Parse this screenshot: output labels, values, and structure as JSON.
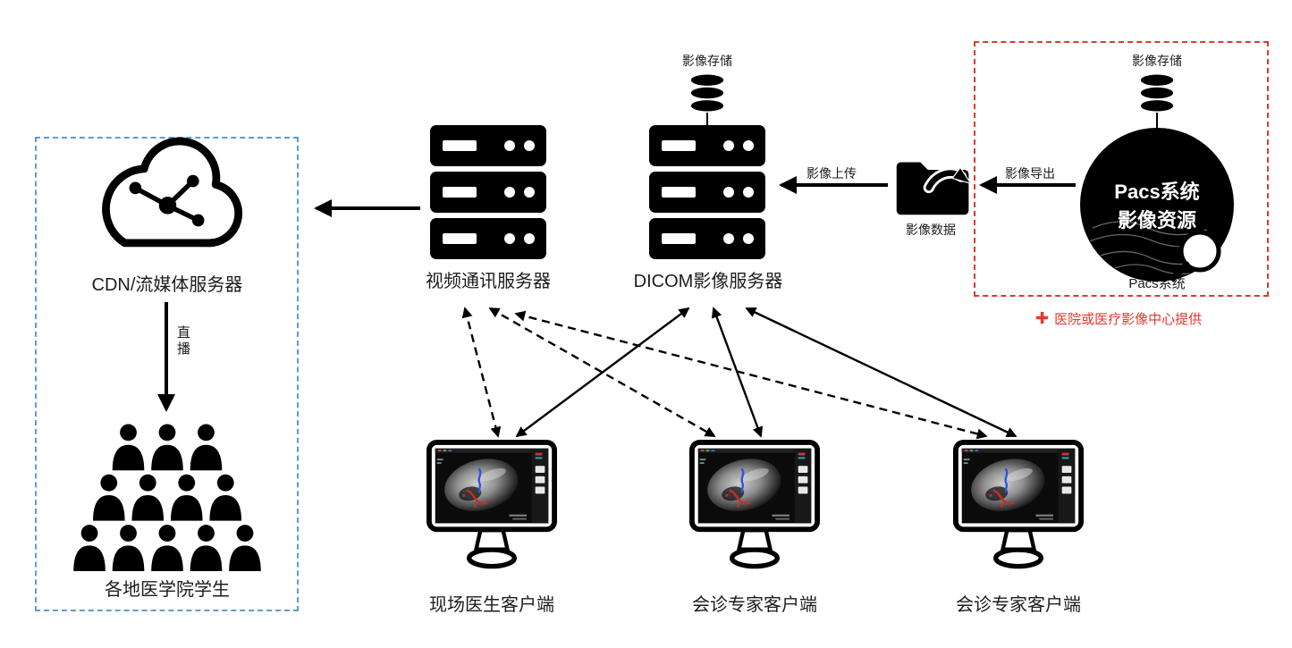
{
  "diagram": {
    "nodes": {
      "cdn_server": {
        "label": "CDN/流媒体服务器",
        "icon": "cloud-network-icon"
      },
      "students": {
        "label": "各地医学院学生",
        "icon": "crowd-icon"
      },
      "video_server": {
        "label": "视频通讯服务器",
        "icon": "server-rack-icon"
      },
      "dicom_server": {
        "label": "DICOM影像服务器",
        "icon": "server-rack-icon",
        "storage_label": "影像存储",
        "storage_icon": "database-icon"
      },
      "image_data_folder": {
        "label": "影像数据",
        "icon": "folder-export-icon"
      },
      "pacs_system": {
        "circle_line1": "Pacs系统",
        "circle_line2": "影像资源",
        "caption": "Pacs系统",
        "storage_label": "影像存储",
        "icon": "pacs-circle-icon",
        "magnifier_icon": "magnifier-icon"
      },
      "clients": [
        {
          "label": "现场医生客户端",
          "icon": "monitor-ultrasound-icon"
        },
        {
          "label": "会诊专家客户端",
          "icon": "monitor-ultrasound-icon"
        },
        {
          "label": "会诊专家客户端",
          "icon": "monitor-ultrasound-icon"
        }
      ]
    },
    "edge_labels": {
      "upload": "影像上传",
      "export": "影像导出",
      "live": "直播"
    },
    "connections": [
      {
        "from": "video_server",
        "to": "cdn_server",
        "style": "solid",
        "direction": "one-way"
      },
      {
        "from": "cdn_server",
        "to": "students",
        "style": "solid",
        "direction": "one-way",
        "label": "直播"
      },
      {
        "from": "pacs_system",
        "to": "image_data_folder",
        "style": "solid",
        "direction": "one-way",
        "label": "影像导出"
      },
      {
        "from": "image_data_folder",
        "to": "dicom_server",
        "style": "solid",
        "direction": "one-way",
        "label": "影像上传"
      },
      {
        "from": "video_server",
        "to": "client_1",
        "style": "dashed",
        "direction": "two-way"
      },
      {
        "from": "video_server",
        "to": "client_2",
        "style": "dashed",
        "direction": "two-way"
      },
      {
        "from": "video_server",
        "to": "client_3",
        "style": "dashed",
        "direction": "two-way"
      },
      {
        "from": "dicom_server",
        "to": "client_1",
        "style": "solid",
        "direction": "two-way"
      },
      {
        "from": "dicom_server",
        "to": "client_2",
        "style": "solid",
        "direction": "two-way"
      },
      {
        "from": "dicom_server",
        "to": "client_3",
        "style": "solid",
        "direction": "two-way"
      }
    ],
    "annotations": {
      "provider_plus": "✚",
      "provider_note": "医院或医疗影像中心提供"
    },
    "colors": {
      "highlight_red": "#e8372c",
      "highlight_blue": "#5b9bd5",
      "ink": "#000000"
    }
  }
}
